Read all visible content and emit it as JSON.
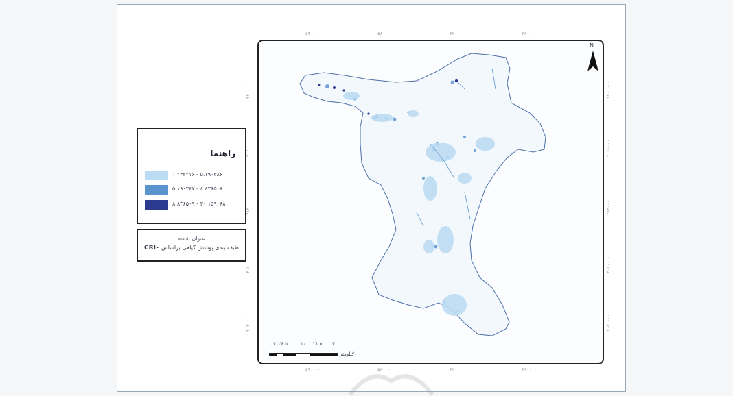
{
  "map": {
    "colors": {
      "page_bg": "#f4f6f8",
      "region_fill": "#f3f8fd",
      "region_border": "#4d6fa8",
      "class1": "#bcdcf3",
      "class2": "#5b93cf",
      "class3": "#2b3a8f"
    },
    "north_label": "N",
    "frame_ticks": {
      "top": [
        "۵۴۰۰۰۰",
        "۵۸۰۰۰۰",
        "۶۲۰۰۰۰",
        "۶۶۰۰۰۰"
      ],
      "bottom": [
        "۵۴۰۰۰۰",
        "۵۸۰۰۰۰",
        "۶۲۰۰۰۰",
        "۶۶۰۰۰۰"
      ],
      "left": [
        "۴۲۰۰۰۰۰",
        "۴۱۶۰۰۰۰",
        "۴۱۲۰۰۰۰",
        "۴۰۸۰۰۰۰",
        "۴۰۴۰۰۰۰"
      ],
      "right": [
        "۴۲۰۰۰۰۰",
        "۴۱۶۰۰۰۰",
        "۴۱۲۰۰۰۰",
        "۴۰۸۰۰۰۰",
        "۴۰۴۰۰۰۰"
      ]
    }
  },
  "legend": {
    "title": "راهنما",
    "items": [
      {
        "label": "۰.۲۴۲۲۱۶ - ۵.۱۹۰۳۸۶",
        "color": "#bcdcf3"
      },
      {
        "label": "۵.۱۹۰۳۸۷ - ۸.۸۳۶۵۰۸",
        "color": "#5b93cf"
      },
      {
        "label": "۸.۸۳۶۵۰۹ - ۳۰.۱۵۹۰۶۸",
        "color": "#2b3a8f"
      }
    ]
  },
  "map_title": {
    "heading": "عنوان نقشه",
    "text": "طبقه بندی پوشش گیاهی براساس",
    "index": "CRI۰"
  },
  "scale": {
    "labels": [
      "۰ ۲۱۲۶.۵",
      "۱۰",
      "۲۱.۵",
      "۳۰"
    ],
    "unit": "کیلومتر"
  }
}
